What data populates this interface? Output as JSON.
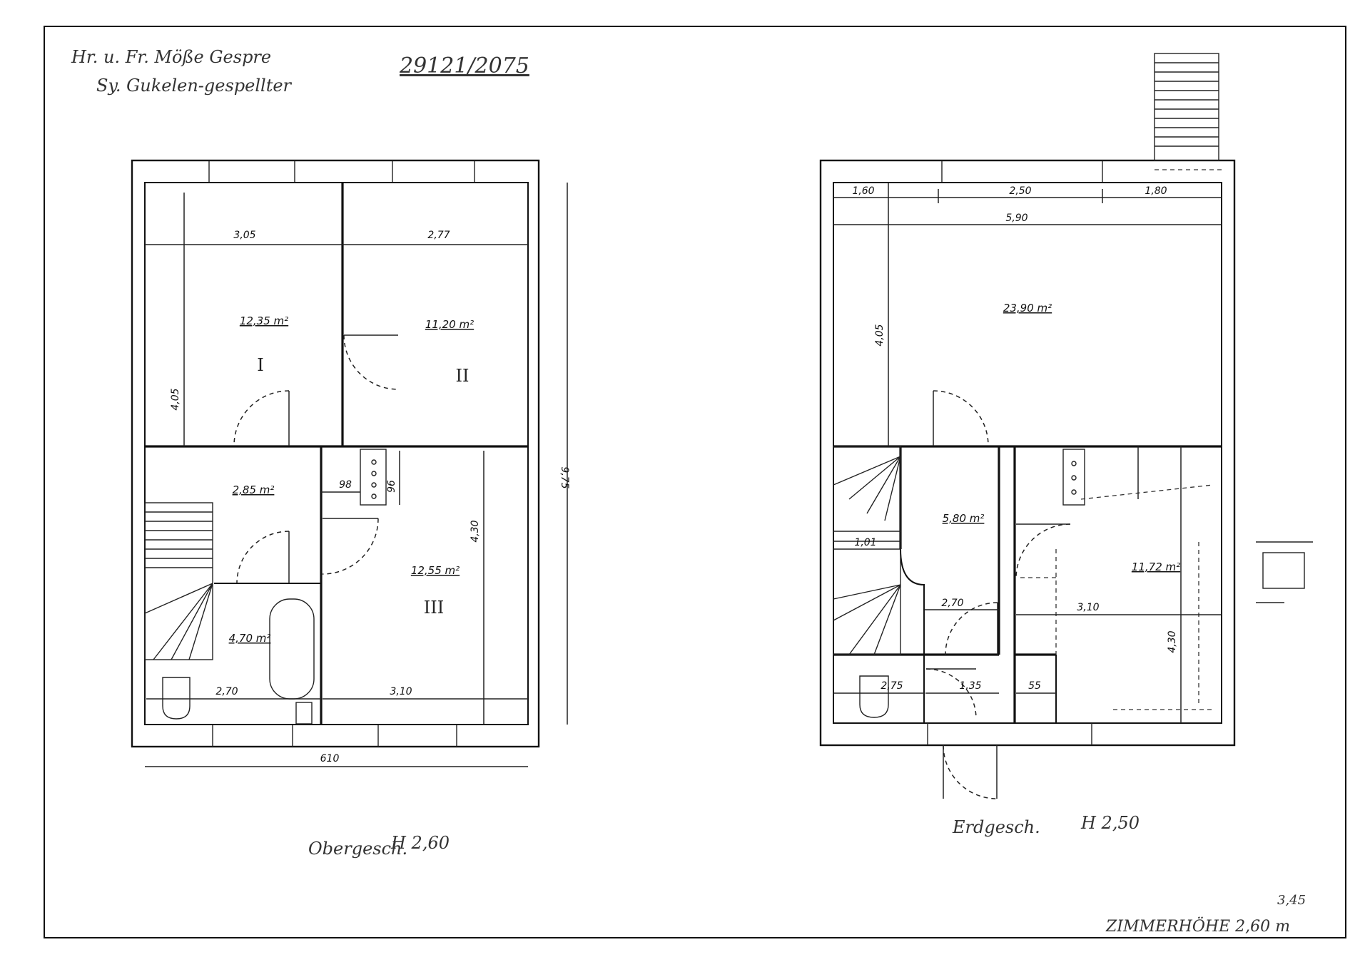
{
  "handwriting": {
    "header_line1": "Hr. u. Fr. Möße Gespre",
    "header_line2": "Sy. Gukelen-gespellter",
    "file_number": "29121/2075",
    "upper_floor_label": "Obergesch.",
    "upper_floor_height": "H 2,60",
    "ground_floor_label": "Erdgesch.",
    "ground_floor_height": "H 2,50",
    "ceiling_note": "ZIMMERHÖHE 2,60 m",
    "ceiling_small": "3,45"
  },
  "upper_floor": {
    "rooms": [
      {
        "area": "12,35 m²",
        "number": "I"
      },
      {
        "area": "11,20 m²",
        "number": "II"
      },
      {
        "area": "2,85 m²"
      },
      {
        "area": "4,70 m²"
      },
      {
        "area": "12,55 m²",
        "number": "III"
      }
    ],
    "dimensions": {
      "room1_width": "3,05",
      "room2_width": "2,77",
      "left_height": "4,05",
      "total_depth": "9,75",
      "room3_height": "4,30",
      "bath_width": "2,70",
      "room3_width": "3,10",
      "total_width": "610",
      "chimney_w": "98",
      "chimney_d": "96"
    }
  },
  "ground_floor": {
    "rooms": [
      {
        "area": "23,90 m²"
      },
      {
        "area": "5,80 m²"
      },
      {
        "area": "11,72 m²"
      }
    ],
    "dimensions": {
      "seg1": "1,60",
      "seg2": "2,50",
      "seg3": "1,80",
      "living_width": "5,90",
      "living_height": "4,05",
      "stair_width": "1,01",
      "hall_width": "2,70",
      "kitchen_width": "3,10",
      "kitchen_height": "4,30",
      "wc_width": "2,75",
      "hall2_width": "1,35",
      "closet_width": "55"
    }
  }
}
